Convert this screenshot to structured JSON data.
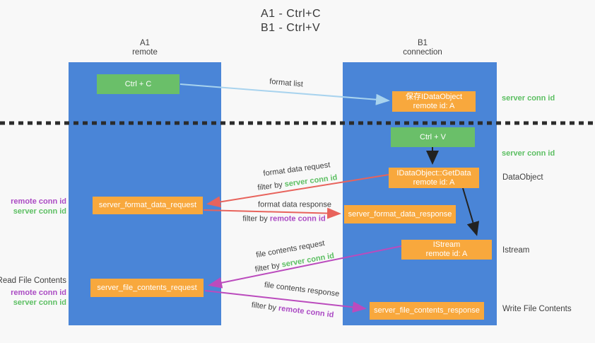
{
  "title": {
    "line1": "A1 - Ctrl+C",
    "line2": "B1 - Ctrl+V"
  },
  "lanes": {
    "left": {
      "line1": "A1",
      "line2": "remote"
    },
    "right": {
      "line1": "B1",
      "line2": "connection"
    }
  },
  "nodes": {
    "ctrl_c": {
      "label": "Ctrl + C"
    },
    "save_obj": {
      "line1": "保存IDataObject",
      "line2": "remote id: A"
    },
    "ctrl_v": {
      "label": "Ctrl + V"
    },
    "getdata": {
      "line1": "IDataObject::GetData",
      "line2": "remote id: A"
    },
    "format_request": {
      "label": "server_format_data_request"
    },
    "format_response": {
      "label": "server_format_data_response"
    },
    "istream": {
      "line1": "IStream",
      "line2": "remote id: A"
    },
    "file_request": {
      "label": "server_file_contents_request"
    },
    "file_response": {
      "label": "server_file_contents_response"
    }
  },
  "edges": {
    "format_list": {
      "label": "format list"
    },
    "format_request": {
      "label": "format data request",
      "filter_prefix": "filter by ",
      "filter_key": "server conn id"
    },
    "format_response": {
      "label": "format data response",
      "filter_prefix": "filter by ",
      "filter_key": "remote conn id"
    },
    "file_request": {
      "label": "file contents request",
      "filter_prefix": "filter by ",
      "filter_key": "server conn id"
    },
    "file_response": {
      "label": "file contents response",
      "filter_prefix": "filter by ",
      "filter_key": "remote conn id"
    }
  },
  "side_labels": {
    "server_conn_id_top": "server conn id",
    "server_conn_id_mid": "server conn id",
    "dataobject": "DataObject",
    "istream": "Istream",
    "read_file_contents": "Read File Contents",
    "write_file_contents": "Write File Contents",
    "left_group_top": {
      "remote": "remote conn id",
      "server": "server conn id"
    },
    "left_group_bottom": {
      "remote": "remote conn id",
      "server": "server conn id"
    }
  },
  "colors": {
    "lane_blue": "#4a85d7",
    "node_green": "#6abf69",
    "node_orange": "#f8a83d",
    "arrow_red": "#e8635c",
    "arrow_magenta": "#bb4bbd",
    "arrow_light_blue": "#a8d3ee",
    "arrow_black": "#222222",
    "text_green": "#5cbf62",
    "text_purple": "#ab4ac4",
    "background": "#f8f8f8"
  }
}
